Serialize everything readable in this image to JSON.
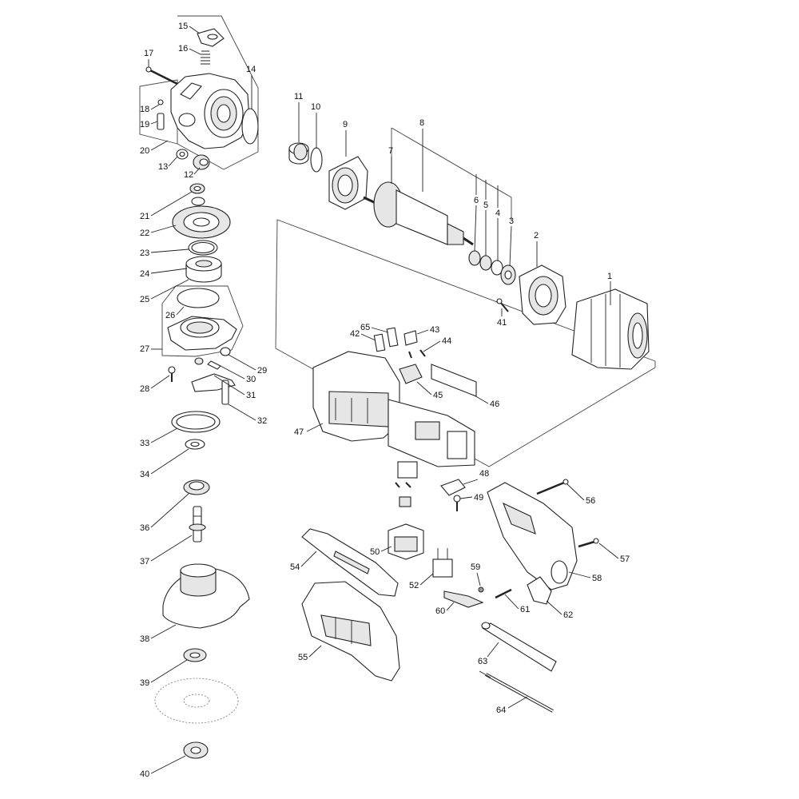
{
  "diagram": {
    "type": "exploded-parts-view",
    "labels": [
      "1",
      "2",
      "3",
      "4",
      "5",
      "6",
      "7",
      "8",
      "9",
      "10",
      "11",
      "12",
      "13",
      "14",
      "15",
      "16",
      "17",
      "18",
      "19",
      "20",
      "21",
      "22",
      "23",
      "24",
      "25",
      "26",
      "27",
      "28",
      "29",
      "30",
      "31",
      "32",
      "33",
      "34",
      "36",
      "37",
      "38",
      "39",
      "40",
      "41",
      "42",
      "43",
      "44",
      "45",
      "46",
      "47",
      "48",
      "49",
      "50",
      "52",
      "54",
      "55",
      "56",
      "57",
      "58",
      "59",
      "60",
      "61",
      "62",
      "63",
      "64",
      "65"
    ]
  }
}
